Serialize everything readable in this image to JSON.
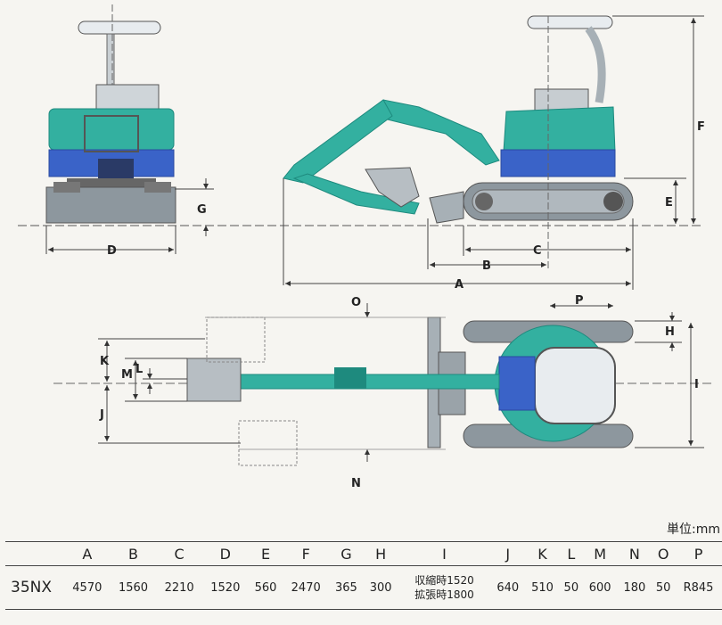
{
  "labels": {
    "A": "A",
    "B": "B",
    "C": "C",
    "D": "D",
    "E": "E",
    "F": "F",
    "G": "G",
    "H": "H",
    "I": "I",
    "J": "J",
    "K": "K",
    "L": "L",
    "M": "M",
    "N": "N",
    "O": "O",
    "P": "P"
  },
  "unit_label": "単位:mm",
  "table": {
    "headers": [
      "",
      "A",
      "B",
      "C",
      "D",
      "E",
      "F",
      "G",
      "H",
      "I",
      "J",
      "K",
      "L",
      "M",
      "N",
      "O",
      "P"
    ],
    "row": {
      "model": "35NX",
      "A": "4570",
      "B": "1560",
      "C": "2210",
      "D": "1520",
      "E": "560",
      "F": "2470",
      "G": "365",
      "H": "300",
      "I_retracted": "収縮時1520",
      "I_extended": "拡張時1800",
      "J": "640",
      "K": "510",
      "L": "50",
      "M": "600",
      "N": "180",
      "O": "50",
      "P": "R845"
    }
  },
  "colors": {
    "teal": "#33b0a0",
    "teal_dark": "#1e8a7e",
    "blue": "#3a63c8",
    "blue_dark": "#2a4aa0",
    "grey": "#7d8890",
    "grey_light": "#b7bec3",
    "line": "#333333",
    "ground": "#555555"
  }
}
